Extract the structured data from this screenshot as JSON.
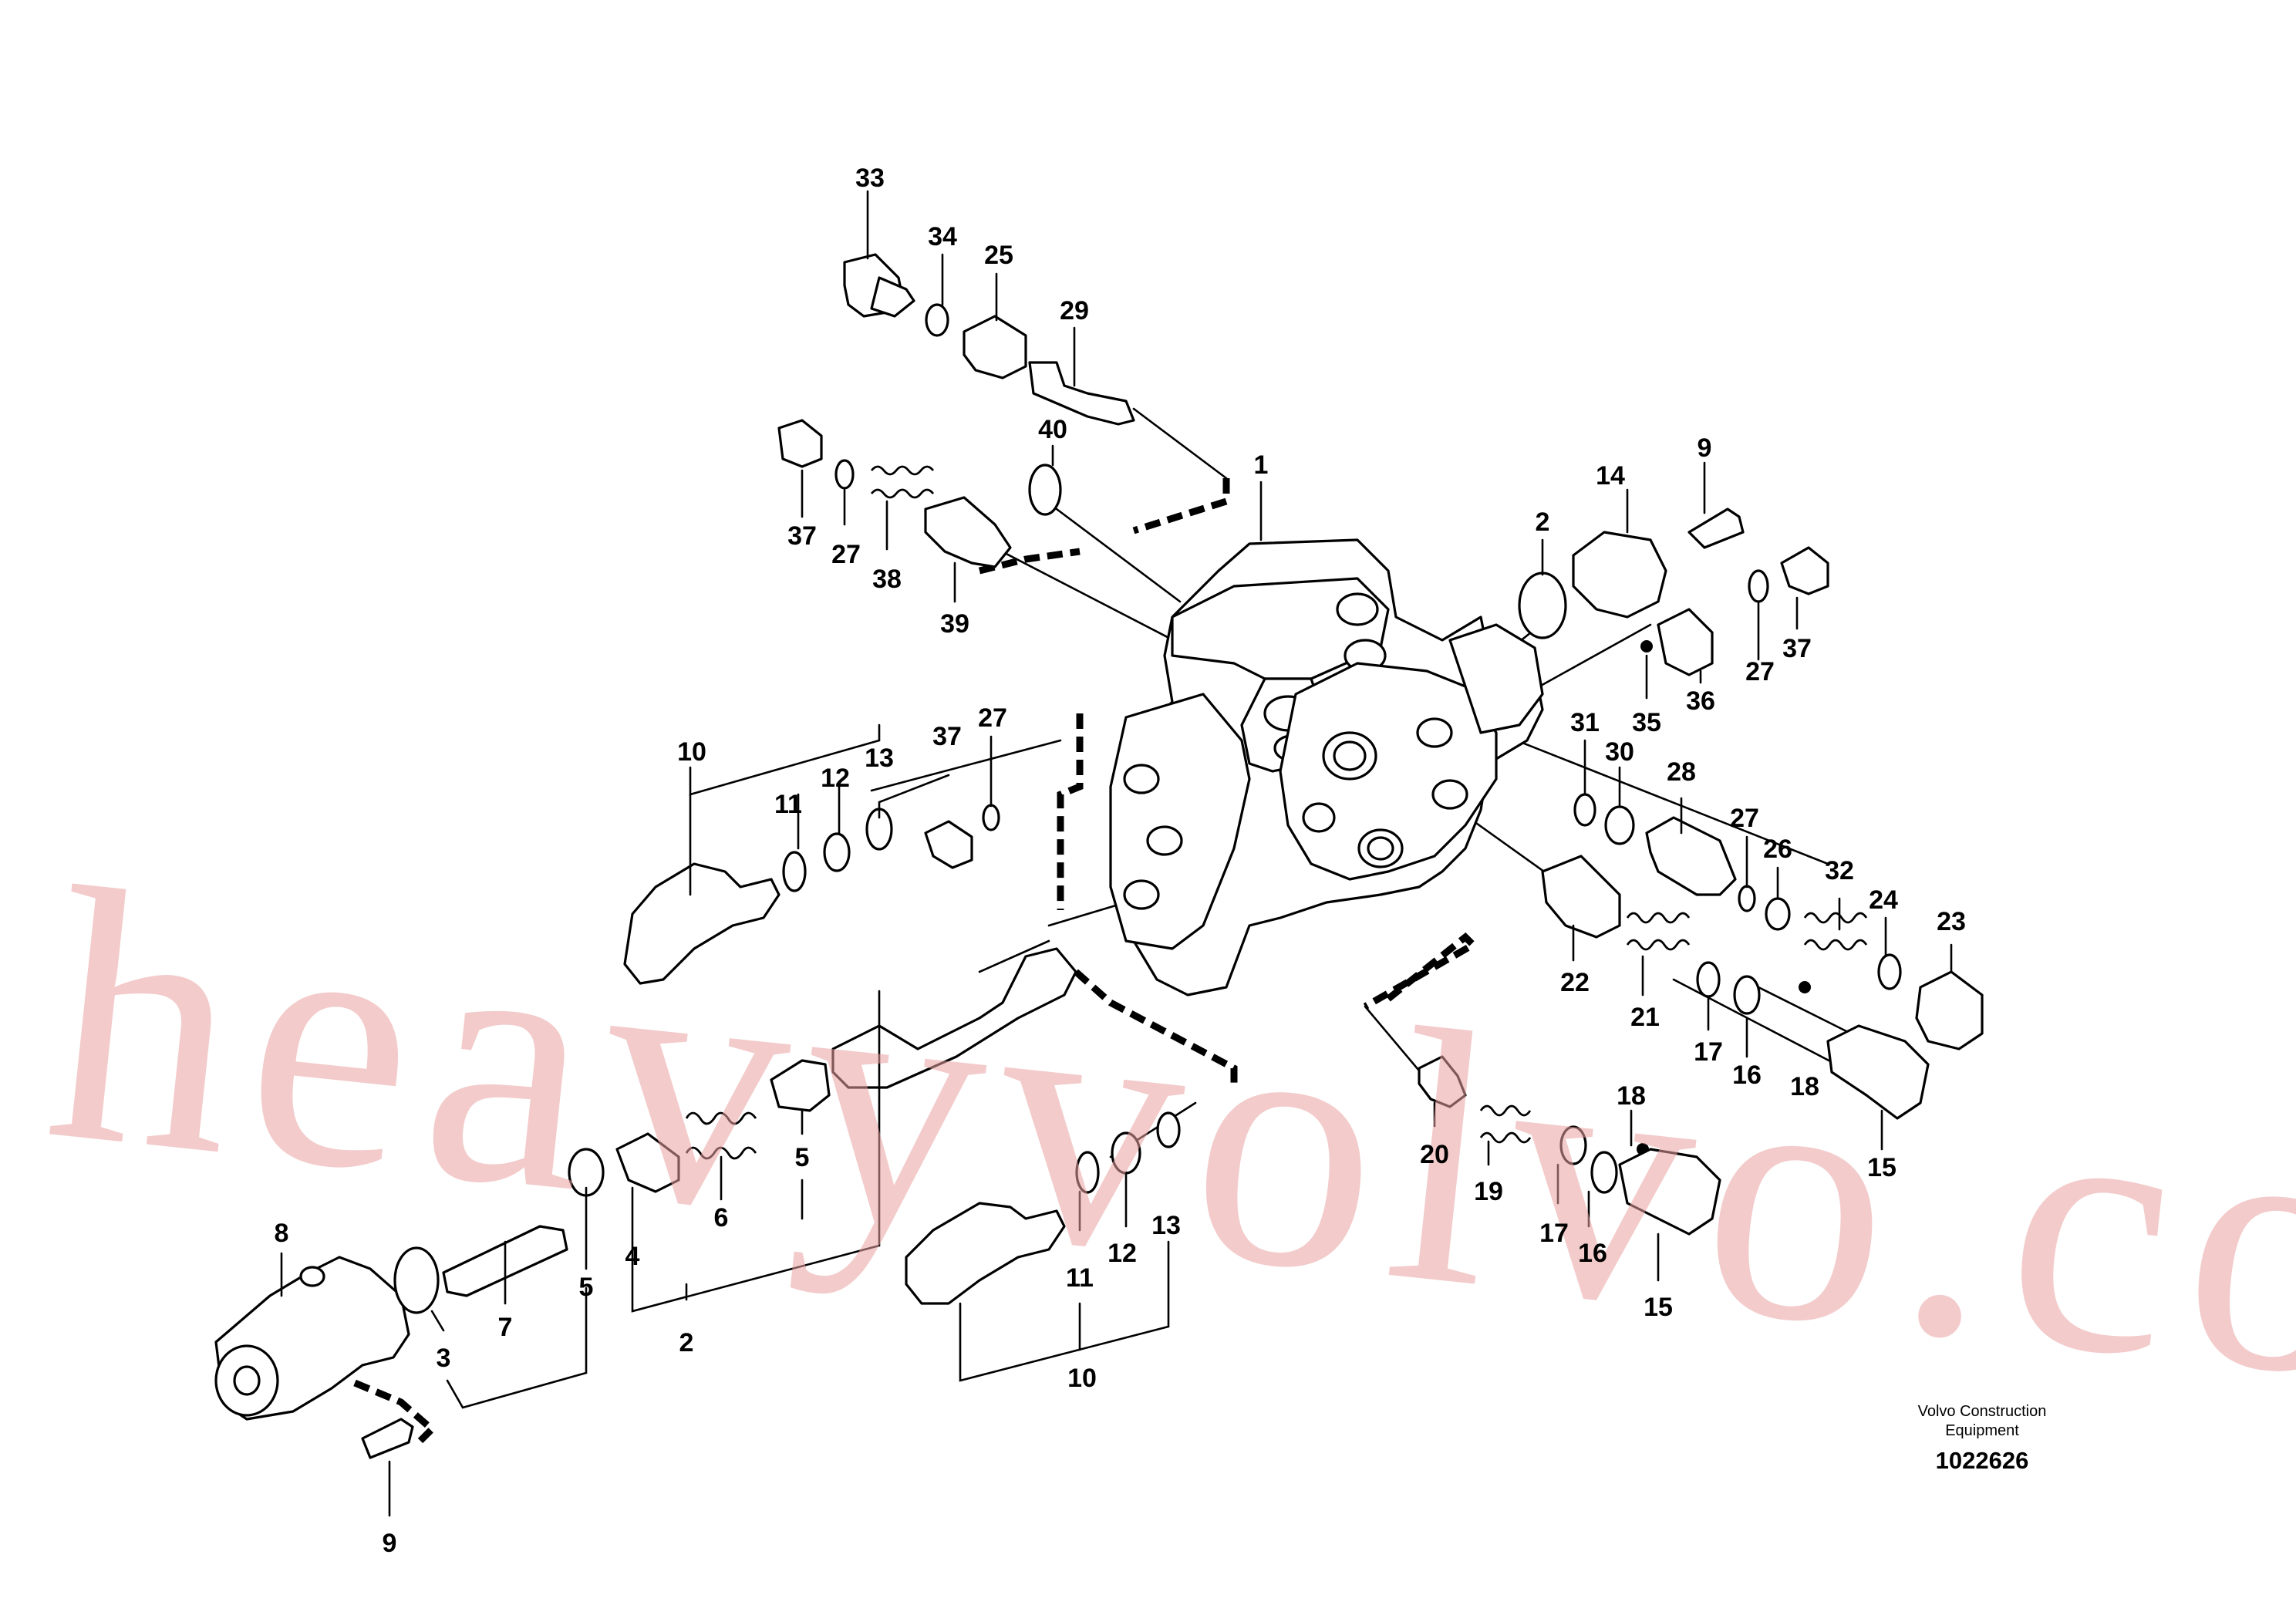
{
  "watermark": "heavyvolvo.com",
  "brand": {
    "line1": "Volvo Construction",
    "line2": "Equipment",
    "illustration_number": "1022626"
  },
  "callouts": {
    "c33": "33",
    "c34": "34",
    "c25": "25",
    "c29": "29",
    "c40": "40",
    "c1": "1",
    "c37a": "37",
    "c27a": "27",
    "c38": "38",
    "c39": "39",
    "c14": "14",
    "c9a": "9",
    "c2a": "2",
    "c37b": "37",
    "c27b": "27",
    "c36": "36",
    "c35": "35",
    "c10a": "10",
    "c11a": "11",
    "c12a": "12",
    "c13a": "13",
    "c37c": "37",
    "c27c": "27",
    "c31": "31",
    "c30": "30",
    "c28": "28",
    "c27d": "27",
    "c26": "26",
    "c32": "32",
    "c24": "24",
    "c23": "23",
    "c22": "22",
    "c21": "21",
    "c17a": "17",
    "c16a": "16",
    "c18a": "18",
    "c15a": "15",
    "c8": "8",
    "c3": "3",
    "c7": "7",
    "c5a": "5",
    "c4": "4",
    "c6": "6",
    "c5b": "5",
    "c2b": "2",
    "c9b": "9",
    "c11b": "11",
    "c12b": "12",
    "c13b": "13",
    "c10b": "10",
    "c20": "20",
    "c19": "19",
    "c18b": "18",
    "c17b": "17",
    "c16b": "16",
    "c15b": "15"
  }
}
